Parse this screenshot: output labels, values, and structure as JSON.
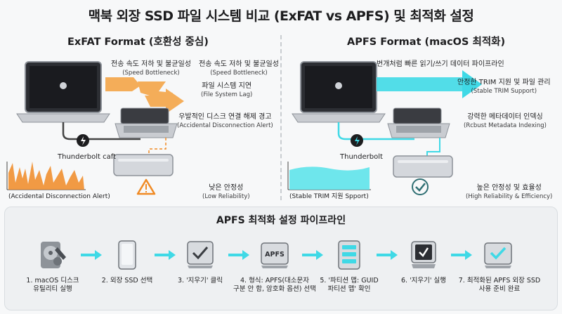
{
  "title": "맥북 외장 SSD 파일 시스템 비교 (ExFAT vs APFS) 및 최적화 설정",
  "exfat": {
    "heading": "ExFAT Format (호환성 중심)",
    "speed1": {
      "ko": "전송 속도 저하 및 불균일성",
      "en": "(Speed Bottleneck)"
    },
    "speed2": {
      "ko": "전송 속도 저하 및 불균일성",
      "en": "(Speed Bottleneck)"
    },
    "lag": {
      "ko": "파일 시스템 지연",
      "en": "(File System Lag)"
    },
    "disconnect": {
      "ko": "우발적인 디스크 연결 해제 경고",
      "en": "(Accidental Disconnection Alert)"
    },
    "thunderbolt": "Thunderbolt caft",
    "graph_label": "(Accidental Disconnection Alert)",
    "reliability": {
      "ko": "낮은 안정성",
      "en": "(Low Reliability)"
    },
    "colors": {
      "accent": "#f4a548",
      "graph": "#f08a24"
    }
  },
  "apfs": {
    "heading": "APFS Format (macOS 최적화)",
    "fast": {
      "ko": "번개처럼 빠른 읽기/쓰기 데이터 파이프라인"
    },
    "trim": {
      "ko": "안정한 TRIM 지원 및 파일 관리",
      "en": "(Stable TRIM Support)"
    },
    "metadata": {
      "ko": "강력한 메타데이터 인덱싱",
      "en": "(Rcbust Metadata Indexing)"
    },
    "thunderbolt": "Thunderbolt",
    "graph_label": "(Stable TRIM 지원 Spport)",
    "reliability": {
      "ko": "높은 안정성 및 효율성",
      "en": "(High Reliability & Efficiency)"
    },
    "colors": {
      "accent": "#3fd9e6",
      "graph": "#5ee3ea"
    }
  },
  "pipeline": {
    "title": "APFS 최적화 설정 파이프라인",
    "steps": [
      {
        "icon": "disk-utility-icon",
        "line1": "1. macOS 디스크",
        "line2": "유틸리티 실행"
      },
      {
        "icon": "ssd-icon",
        "line1": "2. 외장 SSD 선택",
        "line2": ""
      },
      {
        "icon": "checkmark-drive-icon",
        "line1": "3. '지우기' 클릭",
        "line2": ""
      },
      {
        "icon": "apfs-drive-icon",
        "badge": "APFS",
        "line1": "4. 형식: APFS(대소문자",
        "line2": "구분 안 함, 암호화 옵션) 선택"
      },
      {
        "icon": "partition-map-icon",
        "line1": "5. '파티션 맵: GUID",
        "line2": "파티션 맵' 확인"
      },
      {
        "icon": "erase-check-icon",
        "line1": "6. '지우기' 실행",
        "line2": ""
      },
      {
        "icon": "ready-drive-icon",
        "line1": "7. 최적화된 APFS 외장 SSD",
        "line2": "사용 준비 완료"
      }
    ]
  }
}
